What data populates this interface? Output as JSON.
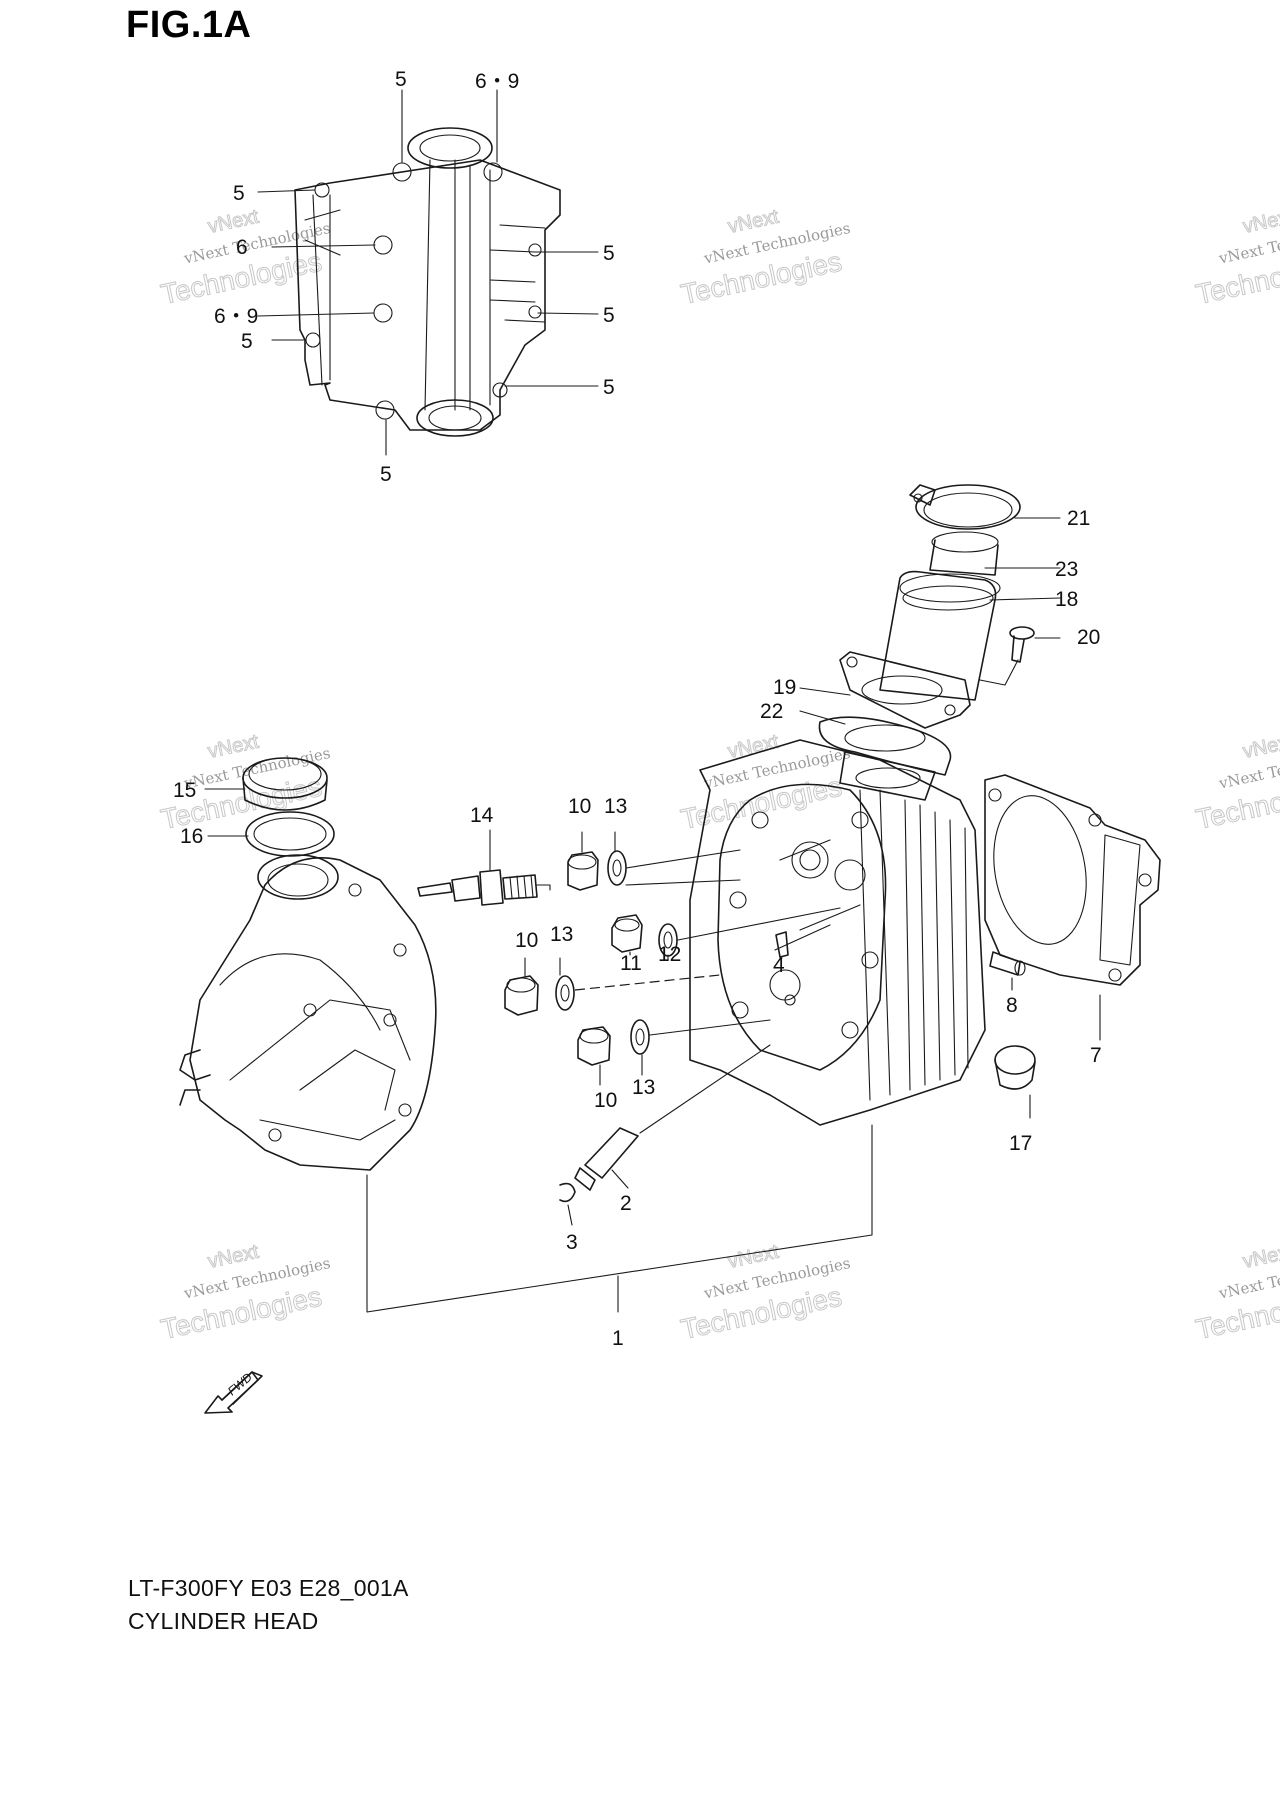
{
  "figure": {
    "title": "FIG.1A"
  },
  "caption": {
    "code": "LT-F300FY E03 E28_001A",
    "name": "CYLINDER HEAD"
  },
  "watermark": {
    "line1": "vNext Technologies",
    "line2": "vNext",
    "line3": "Technologies"
  },
  "fwd_label": "FWD",
  "callouts": [
    {
      "id": "c1",
      "text": "5"
    },
    {
      "id": "c2",
      "text": "6・9"
    },
    {
      "id": "c3",
      "text": "5"
    },
    {
      "id": "c4",
      "text": "6"
    },
    {
      "id": "c5",
      "text": "5"
    },
    {
      "id": "c6",
      "text": "6・9"
    },
    {
      "id": "c7",
      "text": "5"
    },
    {
      "id": "c8",
      "text": "5"
    },
    {
      "id": "c9",
      "text": "5"
    },
    {
      "id": "c10",
      "text": "5"
    },
    {
      "id": "c11",
      "text": "21"
    },
    {
      "id": "c12",
      "text": "23"
    },
    {
      "id": "c13",
      "text": "18"
    },
    {
      "id": "c14",
      "text": "20"
    },
    {
      "id": "c15",
      "text": "19"
    },
    {
      "id": "c16",
      "text": "22"
    },
    {
      "id": "c17",
      "text": "15"
    },
    {
      "id": "c18",
      "text": "16"
    },
    {
      "id": "c19",
      "text": "14"
    },
    {
      "id": "c20",
      "text": "10"
    },
    {
      "id": "c21",
      "text": "13"
    },
    {
      "id": "c22",
      "text": "10"
    },
    {
      "id": "c23",
      "text": "13"
    },
    {
      "id": "c24",
      "text": "11"
    },
    {
      "id": "c25",
      "text": "12"
    },
    {
      "id": "c26",
      "text": "4"
    },
    {
      "id": "c27",
      "text": "8"
    },
    {
      "id": "c28",
      "text": "7"
    },
    {
      "id": "c29",
      "text": "10"
    },
    {
      "id": "c30",
      "text": "13"
    },
    {
      "id": "c31",
      "text": "17"
    },
    {
      "id": "c32",
      "text": "2"
    },
    {
      "id": "c33",
      "text": "3"
    },
    {
      "id": "c34",
      "text": "1"
    }
  ]
}
